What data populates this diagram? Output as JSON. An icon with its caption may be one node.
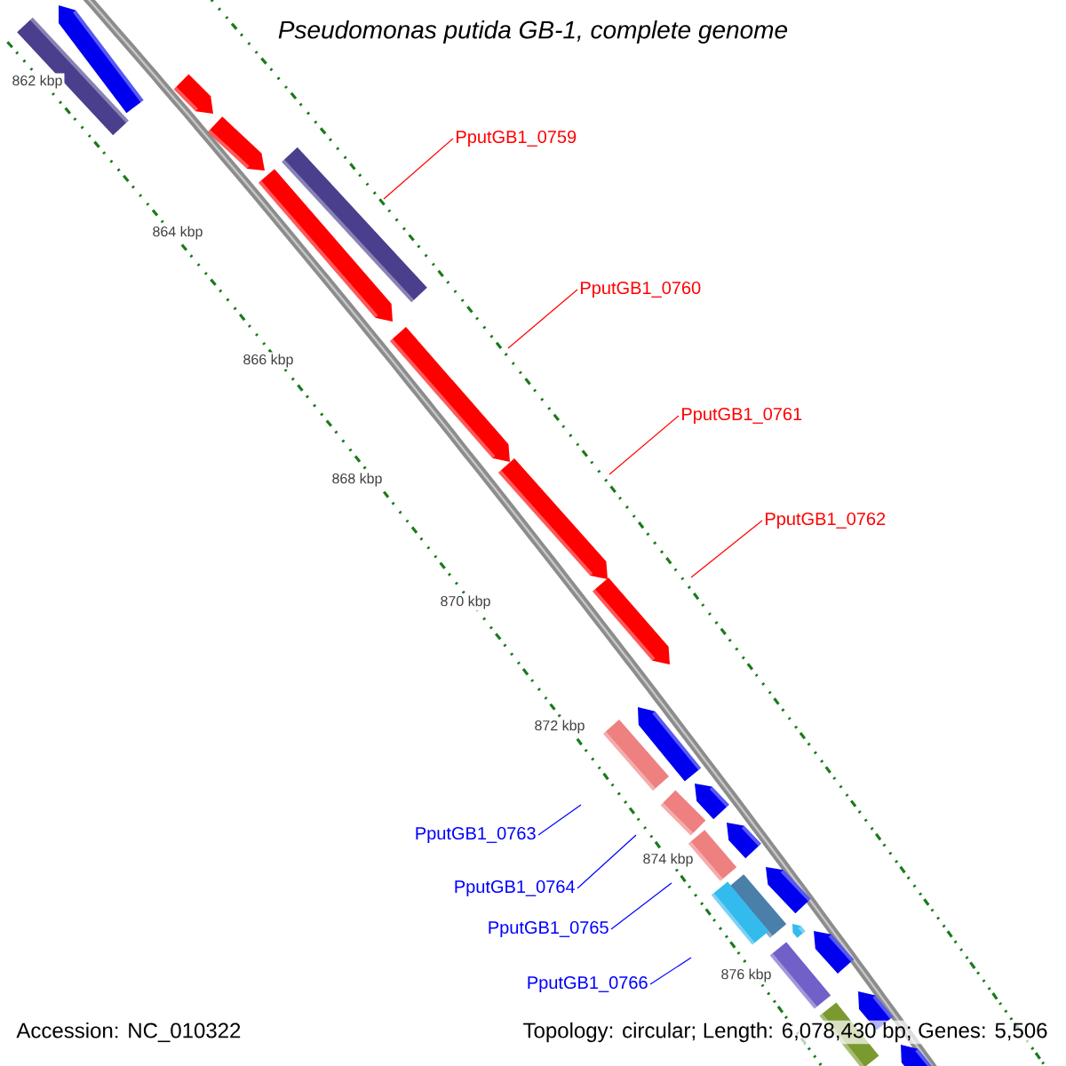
{
  "diagram": {
    "title": "Pseudomonas putida GB-1, complete genome",
    "nodes": [
      {
        "text": [
          "PputGB1_0759"
        ]
      },
      {
        "text": [
          "PputGB1_0760"
        ]
      },
      {
        "text": [
          "PputGB1_0761"
        ]
      },
      {
        "text": [
          "PputGB1_0762"
        ]
      },
      {
        "text": [
          "PputGB1_0763"
        ]
      },
      {
        "text": [
          "PputGB1_0764"
        ]
      },
      {
        "text": [
          "PputGB1_0765"
        ]
      },
      {
        "text": [
          "PputGB1_0766"
        ]
      }
    ],
    "edges": [
      {
        "from": 0,
        "to": null,
        "arrow": "none",
        "color": "#ff0000"
      },
      {
        "from": 1,
        "to": null,
        "arrow": "none",
        "color": "#ff0000"
      },
      {
        "from": 2,
        "to": null,
        "arrow": "none",
        "color": "#ff0000"
      },
      {
        "from": 3,
        "to": null,
        "arrow": "none",
        "color": "#ff0000"
      },
      {
        "from": 4,
        "to": null,
        "arrow": "none",
        "color": "#0000ff"
      },
      {
        "from": 5,
        "to": null,
        "arrow": "none",
        "color": "#0000ff"
      },
      {
        "from": 6,
        "to": null,
        "arrow": "none",
        "color": "#0000ff"
      },
      {
        "from": 7,
        "to": null,
        "arrow": "none",
        "color": "#0000ff"
      }
    ],
    "labels": [
      "862 kbp",
      "864 kbp",
      "866 kbp",
      "868 kbp",
      "870 kbp",
      "872 kbp",
      "874 kbp",
      "876 kbp",
      "Accession: NC_010322",
      "Topology: circular; Length: 6,078,430 bp; Genes: 5,506"
    ]
  }
}
